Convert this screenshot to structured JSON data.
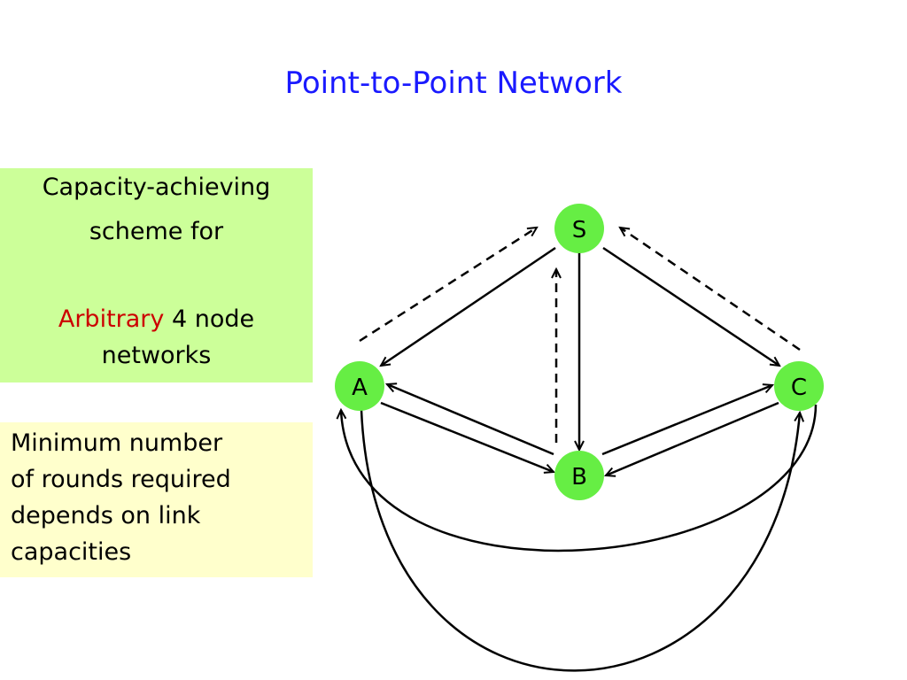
{
  "slide": {
    "title": "Point-to-Point Network"
  },
  "green_box": {
    "line1": "Capacity-achieving",
    "line2": "scheme for",
    "highlight": "Arbitrary",
    "line3_rest": " 4 node",
    "line4": "networks",
    "background": "#ccff99",
    "highlight_color": "#cc0000"
  },
  "yellow_box": {
    "lines": [
      "Minimum number",
      "of rounds required",
      "depends on link",
      "capacities"
    ],
    "background": "#ffffcc"
  },
  "network": {
    "node_color": "#66ee44",
    "nodes": [
      {
        "id": "S",
        "label": "S"
      },
      {
        "id": "A",
        "label": "A"
      },
      {
        "id": "B",
        "label": "B"
      },
      {
        "id": "C",
        "label": "C"
      }
    ],
    "solid_links": [
      {
        "from": "S",
        "to": "A"
      },
      {
        "from": "S",
        "to": "B"
      },
      {
        "from": "S",
        "to": "C"
      },
      {
        "from": "A",
        "to": "B"
      },
      {
        "from": "B",
        "to": "A"
      },
      {
        "from": "B",
        "to": "C"
      },
      {
        "from": "C",
        "to": "B"
      },
      {
        "from": "A",
        "to": "C"
      },
      {
        "from": "C",
        "to": "A"
      }
    ],
    "dashed_links": [
      {
        "from": "A",
        "to": "S"
      },
      {
        "from": "B",
        "to": "S"
      },
      {
        "from": "C",
        "to": "S"
      }
    ]
  }
}
